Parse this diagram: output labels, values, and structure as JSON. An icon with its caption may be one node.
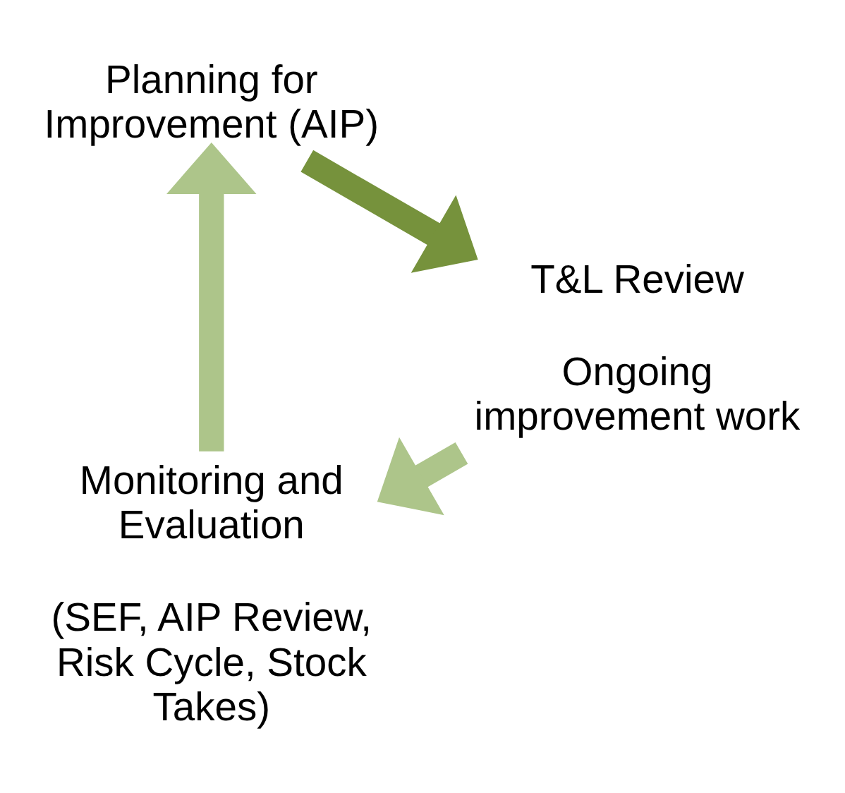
{
  "diagram": {
    "nodes": [
      {
        "text": [
          "Monitoring and Evaluation",
          "(SEF, AIP Review, Risk Cycle, Stock Takes)"
        ]
      },
      {
        "text": [
          "Planning for Improvement (AIP)"
        ]
      },
      {
        "text": [
          "T&L Review",
          "Ongoing improvement work"
        ]
      }
    ],
    "edges": [
      {
        "from": 0,
        "to": 1,
        "arrow": "to"
      },
      {
        "from": 1,
        "to": 2,
        "arrow": "to",
        "color": "#76923c"
      },
      {
        "from": 2,
        "to": 0,
        "arrow": "to"
      }
    ]
  }
}
